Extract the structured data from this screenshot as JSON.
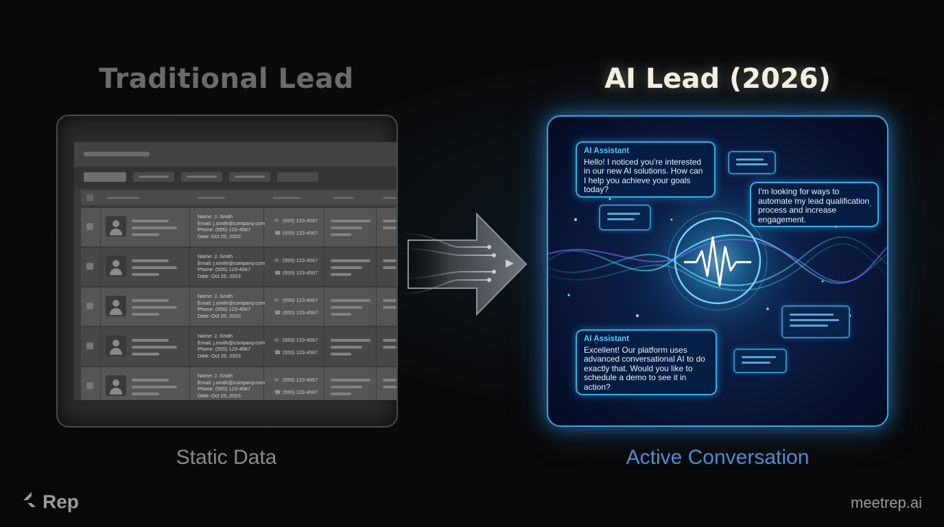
{
  "left": {
    "heading": "Traditional Lead",
    "caption": "Static Data",
    "rows": [
      {
        "details": [
          "Name: J. Smith",
          "Email: j.smith@company.com",
          "Phone: (555) 123-4567",
          "Date: Oct 25, 2023"
        ],
        "contacts": [
          "(555) 123-4567",
          "(555) 123-4567"
        ]
      },
      {
        "details": [
          "Name: J. Smith",
          "Email: j.smith@company.com",
          "Phone: (555) 123-4567",
          "Date: Oct 25, 2023"
        ],
        "contacts": [
          "(555) 123-4567",
          "(555) 123-4567"
        ]
      },
      {
        "details": [
          "Name: J. Smith",
          "Email: j.smith@company.com",
          "Phone: (555) 123-4567",
          "Date: Oct 25, 2023"
        ],
        "contacts": [
          "(555) 123-4567",
          "(555) 123-4567"
        ]
      },
      {
        "details": [
          "Name: J. Smith",
          "Email: j.smith@company.com",
          "Phone: (555) 123-4567",
          "Date: Oct 25, 2023"
        ],
        "contacts": [
          "(555) 123-4567",
          "(555) 123-4567"
        ]
      },
      {
        "details": [
          "Name: J. Smith",
          "Email: j.smith@company.com",
          "Phone: (555) 123-4567",
          "Date: Oct 25, 2023"
        ],
        "contacts": [
          "(555) 123-4567",
          "(555) 123-4567"
        ]
      }
    ]
  },
  "right": {
    "heading": "AI Lead (2026)",
    "caption": "Active Conversation",
    "bubble1": {
      "who": "AI Assistant",
      "text": "Hello! I noticed you're interested in our new AI solutions. How can I help you achieve your goals today?"
    },
    "bubble2": {
      "text": "I'm looking for ways to automate my lead qualification process and increase engagement."
    },
    "bubble3": {
      "who": "AI Assistant",
      "text": "Excellent! Our platform uses advanced conversational AI to do exactly that. Would you like to schedule a demo to see it in action?"
    }
  },
  "brand": {
    "logo": "Rep",
    "site": "meetrep.ai"
  },
  "colors": {
    "accent": "#3fa4e6",
    "caption_right": "#4c8fd6"
  }
}
